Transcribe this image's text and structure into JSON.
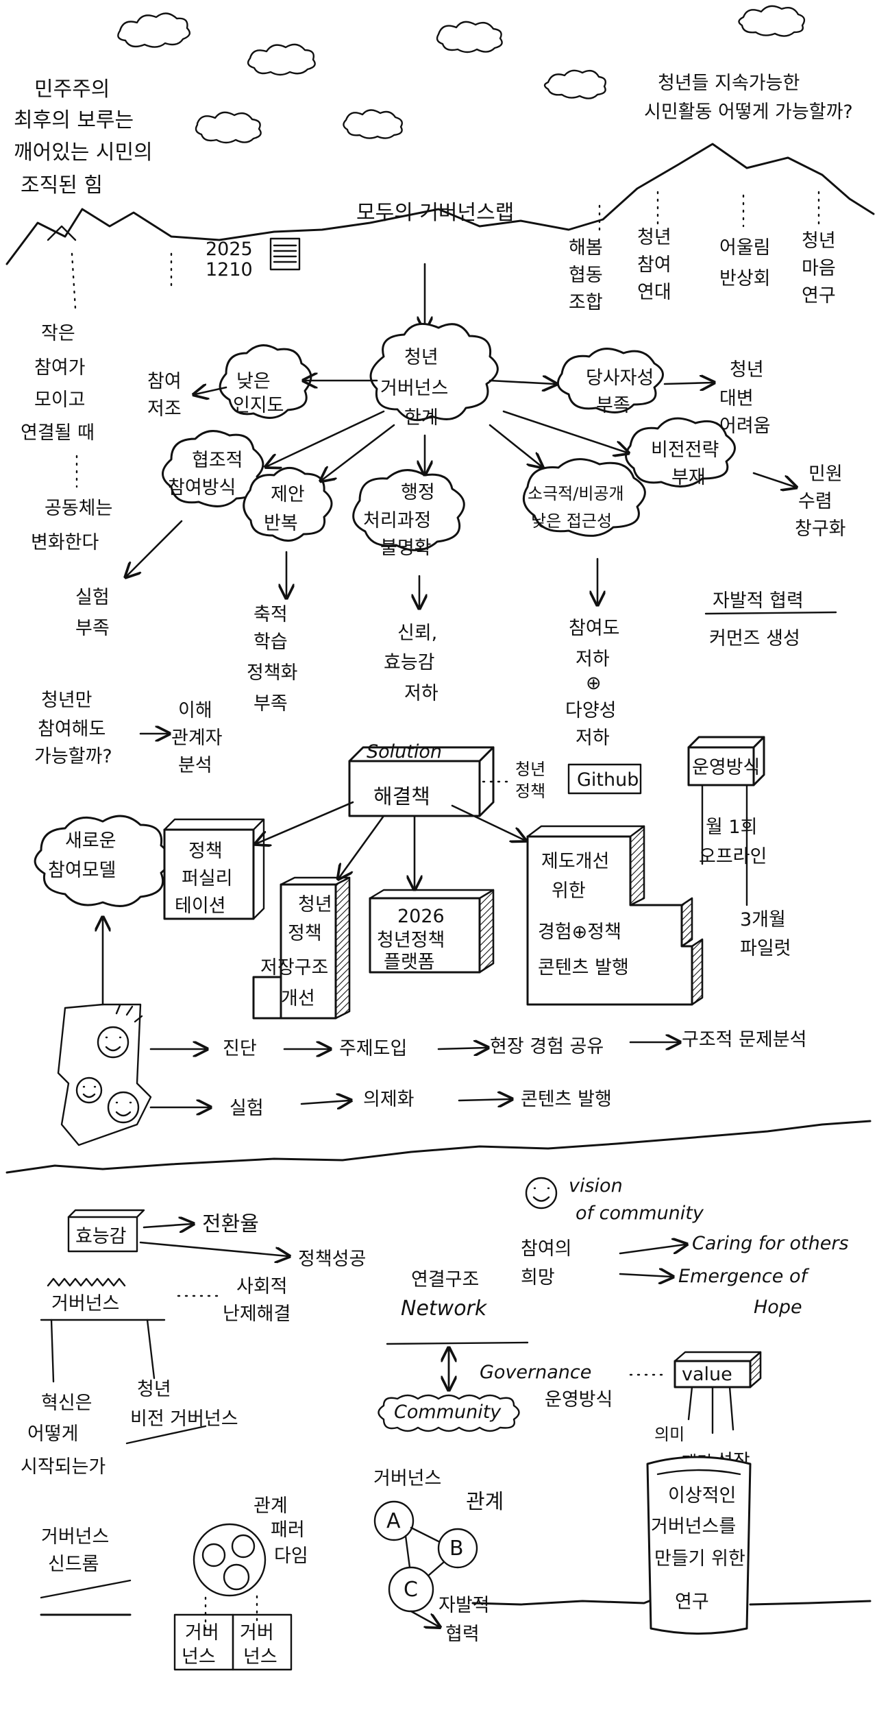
{
  "top": {
    "left_note": [
      "민주주의",
      "최후의 보루는",
      "깨어있는 시민의",
      "조직된 힘"
    ],
    "right_note": [
      "청년들 지속가능한",
      "시민활동 어떻게 가능할까?"
    ],
    "title": "모두의 거버넌스랩",
    "date": [
      "2025",
      "1210"
    ],
    "orgs": [
      [
        "해봄",
        "협동",
        "조합"
      ],
      [
        "청년",
        "참여",
        "연대"
      ],
      [
        "어울림",
        "반상회"
      ],
      [
        "청년",
        "마음",
        "연구"
      ]
    ]
  },
  "side_note": {
    "lines1": [
      "작은",
      "참여가",
      "모이고",
      "연결될 때"
    ],
    "lines2": [
      "공동체는",
      "변화한다"
    ]
  },
  "problems": {
    "center": [
      "청년",
      "거버넌스",
      "한계"
    ],
    "low_awareness": [
      "낮은",
      "인지도"
    ],
    "low_awareness_out": [
      "참여",
      "저조"
    ],
    "party": [
      "당사자성",
      "부족"
    ],
    "party_out": [
      "청년",
      "대변",
      "어려움"
    ],
    "vision": [
      "비전전략",
      "부재"
    ],
    "vision_out": [
      "민원",
      "수렴",
      "창구화"
    ],
    "method": [
      "협조적",
      "참여방식"
    ],
    "method_out": [
      "실험",
      "부족"
    ],
    "repeat": [
      "제안",
      "반복"
    ],
    "repeat_out": [
      "축적",
      "학습",
      "정책화",
      "부족"
    ],
    "admin": [
      "행정",
      "처리과정",
      "불명확"
    ],
    "admin_out": [
      "신뢰,",
      "효능감",
      "저하"
    ],
    "diverse": [
      "소극적/비공개",
      "낮은 접근성"
    ],
    "diverse_out": [
      "참여도",
      "저하",
      "⊕",
      "다양성",
      "저하"
    ],
    "self_coop": [
      "자발적 협력",
      "커먼즈 생성"
    ],
    "youth_question": [
      "청년만",
      "참여해도",
      "가능할까?"
    ],
    "analysis": [
      "이해",
      "관계자",
      "분석"
    ]
  },
  "solution": {
    "box": [
      "Solution",
      "해결책"
    ],
    "github_pre": [
      "청년",
      "정책"
    ],
    "github": "Github",
    "ops": "운영방식",
    "ops_items": [
      "월 1회",
      "오프라인"
    ],
    "pilot": [
      "3개월",
      "파일럿"
    ],
    "new_model": [
      "새로운",
      "참여모델"
    ],
    "facilitation": [
      "정책",
      "퍼실리",
      "테이션"
    ],
    "repo": [
      "청년",
      "정책",
      "저장구조",
      "개선"
    ],
    "platform": [
      "2026",
      "청년정책",
      "플랫폼"
    ],
    "steps": [
      "제도개선",
      "위한",
      "경험⊕정책",
      "콘텐츠 발행"
    ]
  },
  "flow": {
    "row1": [
      "진단",
      "주제도입",
      "현장 경험 공유",
      "구조적 문제분석"
    ],
    "row2": [
      "실험",
      "의제화",
      "콘텐츠 발행"
    ]
  },
  "bottom": {
    "efficacy": "효능감",
    "eff_out1": "전환율",
    "eff_out2": "정책성공",
    "governance": "거버넌스",
    "social": [
      "사회적",
      "난제해결"
    ],
    "innovation": [
      "혁신은",
      "어떻게",
      "시작되는가"
    ],
    "vision_gov": [
      "청년",
      "비전 거버넌스"
    ],
    "vision_title": [
      "vision",
      "of community"
    ],
    "hope": [
      "참여의",
      "희망"
    ],
    "caring": "Caring for others",
    "emergence": [
      "Emergence of",
      "Hope"
    ],
    "network": [
      "연결구조",
      "Network"
    ],
    "community": "Community",
    "governance_en": "Governance",
    "ops_method": "운영방식",
    "value": "value",
    "value_items": [
      "의미",
      "재미",
      "성장"
    ],
    "syndrome": [
      "거버넌스",
      "신드롬"
    ],
    "relation_paradigm": [
      "관계",
      "패러",
      "다임"
    ],
    "gov_boxes": [
      [
        "거버",
        "넌스"
      ],
      [
        "거버",
        "넌스"
      ]
    ],
    "gov_label": "거버넌스",
    "relation": "관계",
    "nodes": [
      "A",
      "B",
      "C"
    ],
    "self_coop": [
      "자발적",
      "협력"
    ],
    "ideal": [
      "이상적인",
      "거버넌스를",
      "만들기 위한",
      "연구"
    ]
  }
}
